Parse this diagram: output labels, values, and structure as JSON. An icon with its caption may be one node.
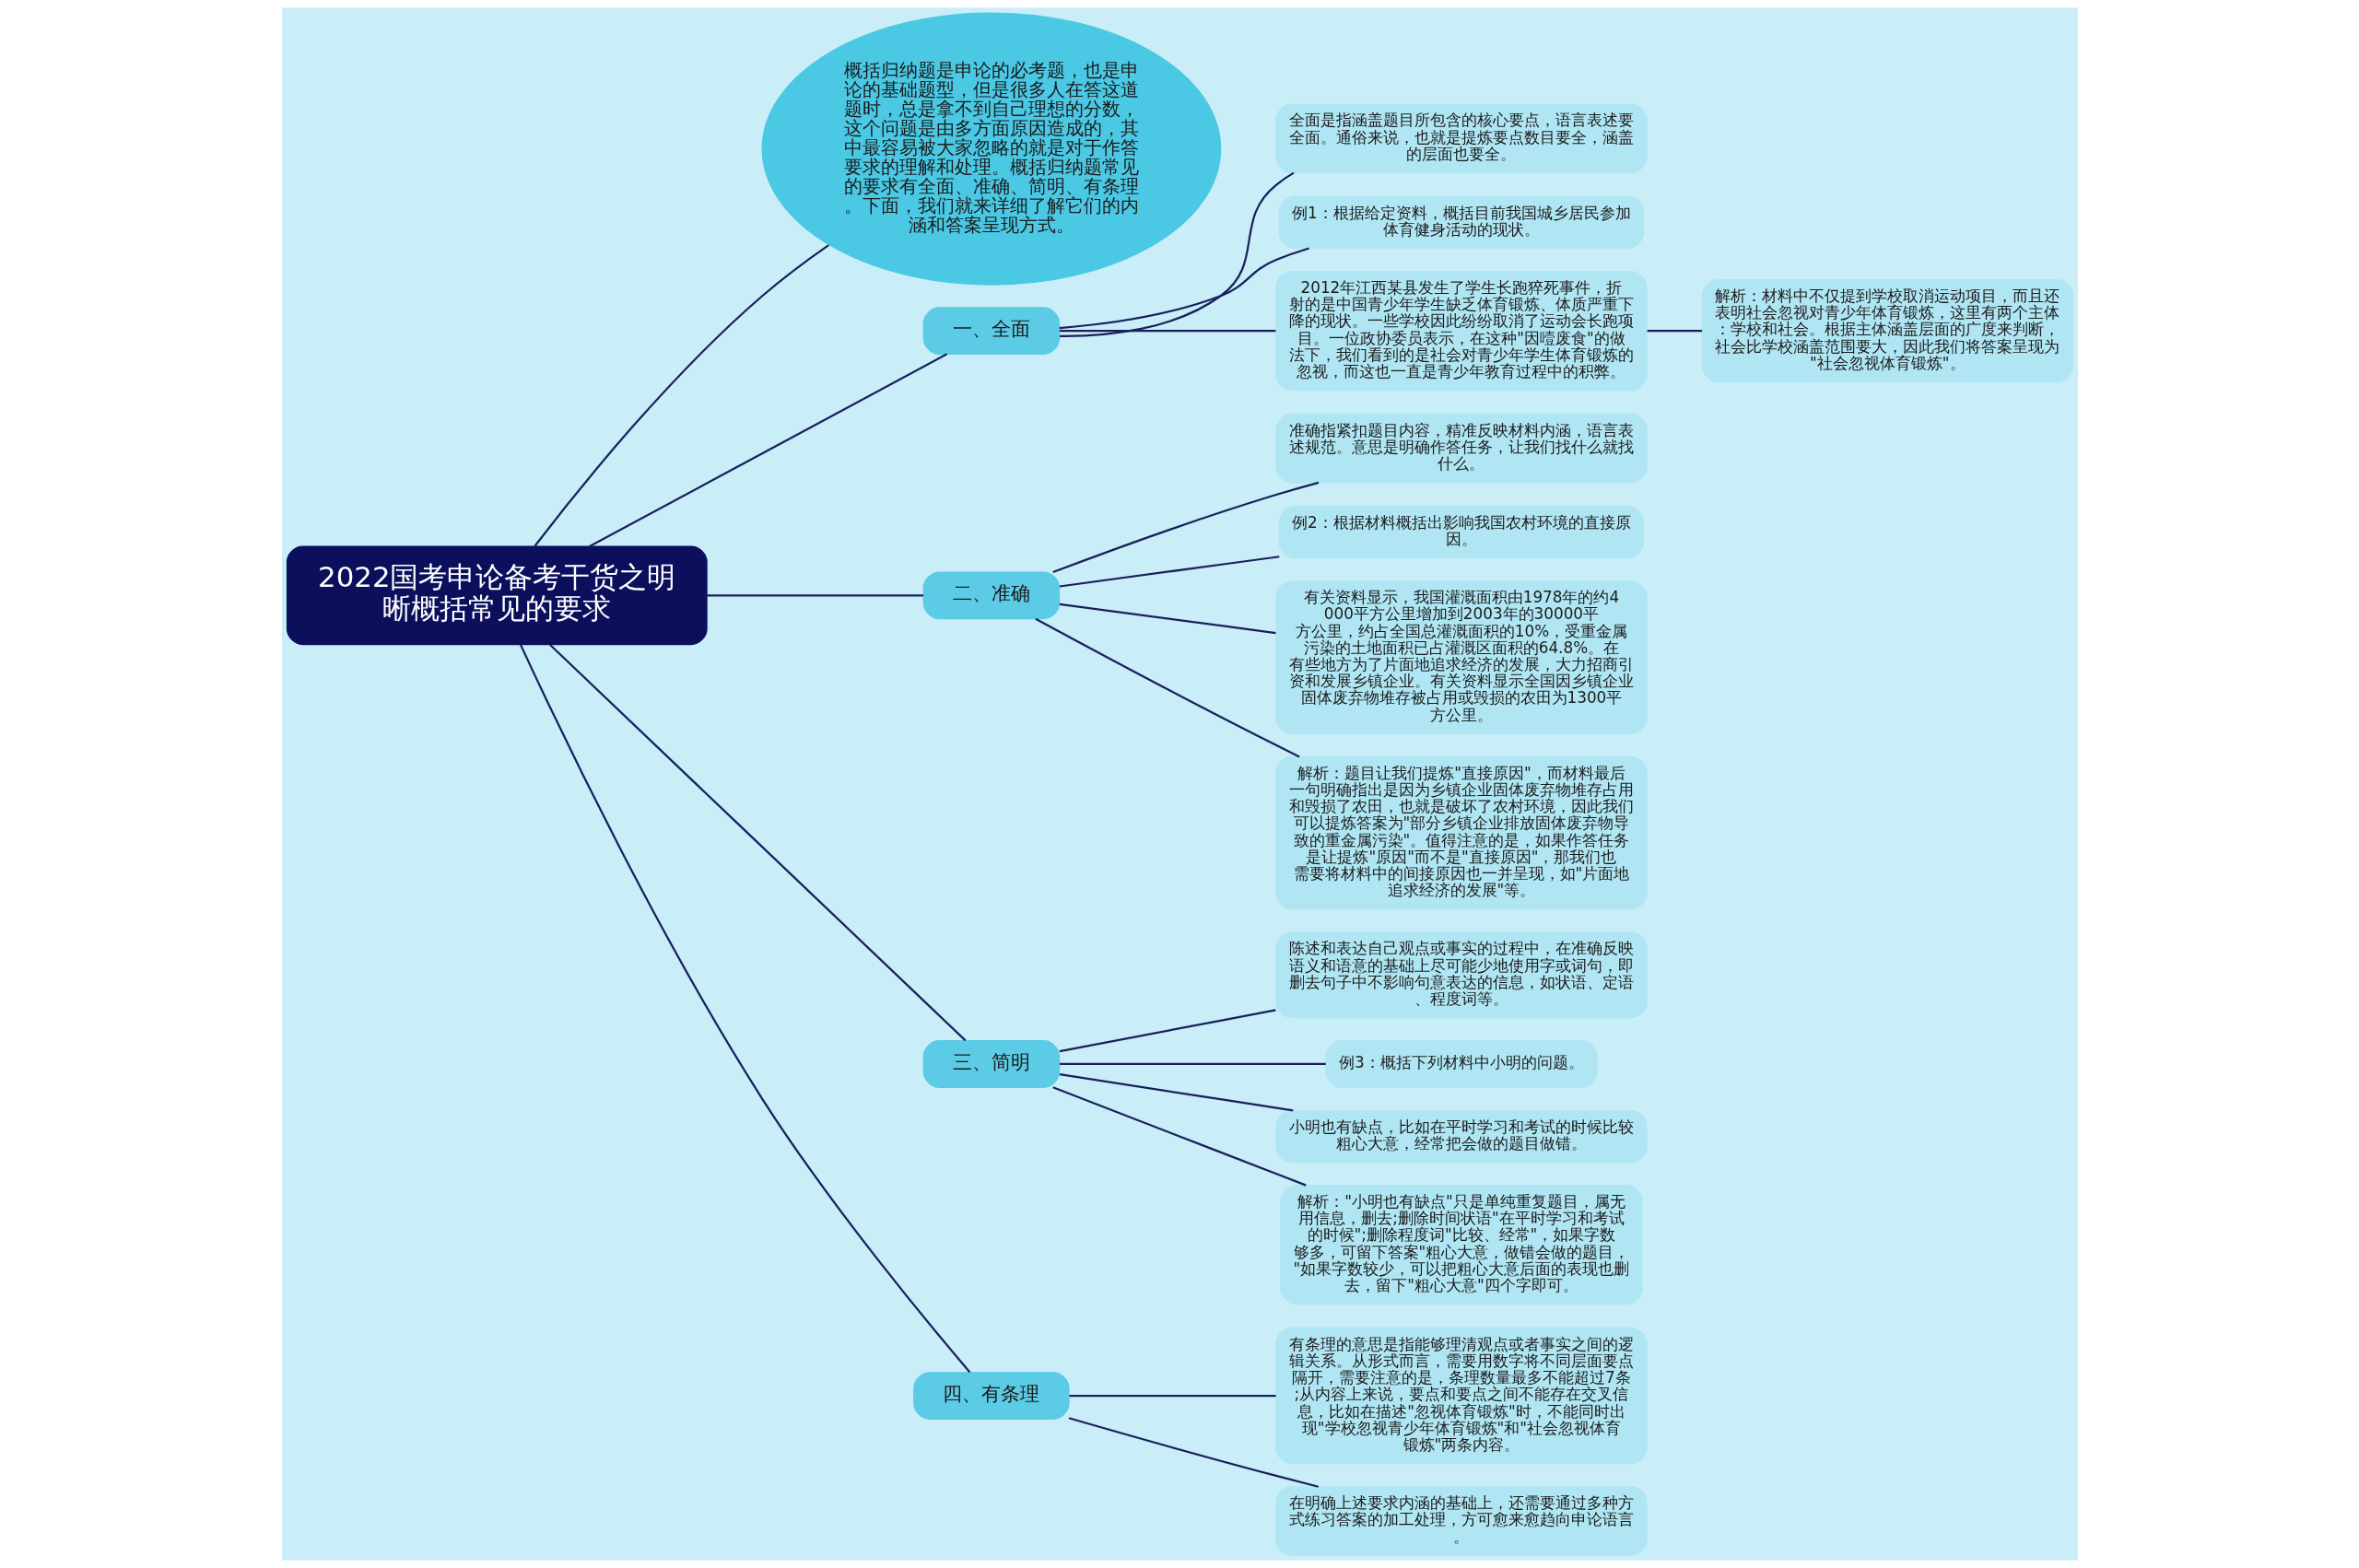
{
  "diagram": {
    "nodes": [
      {
        "text": [
          "2022国考申论备考干货之明晰概括常见的要求"
        ]
      },
      {
        "text": [
          "概括归纳题是申论的必考题，也是申论的基础题型，但是很多人在答这道题时，总是拿不到自己理想的分数，这个问题是由多方面原因造成的，其中最容易被大家忽略的就是对于作答要求的理解和处理。概括归纳题常见的要求有全面、准确、简明、有条理。下面，我们就来详细了解它们的内涵和答案呈现方式。"
        ]
      },
      {
        "text": [
          "一、全面"
        ]
      },
      {
        "text": [
          "全面是指涵盖题目所包含的核心要点，语言表述要全面。通俗来说，也就是提炼要点数目要全，涵盖的层面也要全。"
        ]
      },
      {
        "text": [
          "例1：根据给定资料，概括目前我国城乡居民参加体育健身活动的现状。"
        ]
      },
      {
        "text": [
          "2012年江西某县发生了学生长跑猝死事件，折射的是中国青少年学生缺乏体育锻炼、体质严重下降的现状。一些学校因此纷纷取消了运动会长跑项目。一位政协委员表示，在这种\"因噎废食\"的做法下，我们看到的是社会对青少年学生体育锻炼的忽视，而这也一直是青少年教育过程中的积弊。"
        ]
      },
      {
        "text": [
          "解析：材料中不仅提到学校取消运动项目，而且还表明社会忽视对青少年体育锻炼，这里有两个主体：学校和社会。根据主体涵盖层面的广度来判断，社会比学校涵盖范围要大，因此我们将答案呈现为\"社会忽视体育锻炼\"。"
        ]
      },
      {
        "text": [
          "二、准确"
        ]
      },
      {
        "text": [
          "准确指紧扣题目内容，精准反映材料内涵，语言表述规范。意思是明确作答任务，让我们找什么就找什么。"
        ]
      },
      {
        "text": [
          "例2：根据材料概括出影响我国农村环境的直接原因。"
        ]
      },
      {
        "text": [
          "有关资料显示，我国灌溉面积由1978年的约4000平方公里增加到2003年的30000平方公里，约占全国总灌溉面积的10%，受重金属污染的土地面积已占灌溉区面积的64.8%。在有些地方为了片面地追求经济的发展，大力招商引资和发展乡镇企业。有关资料显示全国因乡镇企业固体废弃物堆存被占用或毁损的农田为1300平方公里。"
        ]
      },
      {
        "text": [
          "解析：题目让我们提炼\"直接原因\"，而材料最后一句明确指出是因为乡镇企业固体废弃物堆存占用和毁损了农田，也就是破坏了农村环境，因此我们可以提炼答案为\"部分乡镇企业排放固体废弃物导致的重金属污染\"。值得注意的是，如果作答任务是让提炼\"原因\"而不是\"直接原因\"，那我们也需要将材料中的间接原因也一并呈现，如\"片面地追求经济的发展\"等。"
        ]
      },
      {
        "text": [
          "三、简明"
        ]
      },
      {
        "text": [
          "陈述和表达自己观点或事实的过程中，在准确反映语义和语意的基础上尽可能少地使用字或词句，即删去句子中不影响句意表达的信息，如状语、定语、程度词等。"
        ]
      },
      {
        "text": [
          "例3：概括下列材料中小明的问题。"
        ]
      },
      {
        "text": [
          "小明也有缺点，比如在平时学习和考试的时候比较粗心大意，经常把会做的题目做错。"
        ]
      },
      {
        "text": [
          "解析：\"小明也有缺点\"只是单纯重复题目，属无用信息，删去;删除时间状语\"在平时学习和考试的时候\";删除程度词\"比较、经常\"，如果字数够多，可留下答案\"粗心大意，做错会做的题目，\"如果字数较少，可以把粗心大意后面的表现也删去，留下\"粗心大意\"四个字即可。"
        ]
      },
      {
        "text": [
          "四、有条理"
        ]
      },
      {
        "text": [
          "有条理的意思是指能够理清观点或者事实之间的逻辑关系。从形式而言，需要用数字将不同层面要点隔开，需要注意的是，条理数量最多不能超过7条;从内容上来说，要点和要点之间不能存在交叉信息，比如在描述\"忽视体育锻炼\"时，不能同时出现\"学校忽视青少年体育锻炼\"和\"社会忽视体育锻炼\"两条内容。"
        ]
      },
      {
        "text": [
          "在明确上述要求内涵的基础上，还需要通过多种方式练习答案的加工处理，方可愈来愈趋向申论语言。"
        ]
      }
    ],
    "edges": [
      {
        "from": 0,
        "to": 1,
        "arrow": "none"
      },
      {
        "from": 0,
        "to": 2,
        "arrow": "none"
      },
      {
        "from": 2,
        "to": 3,
        "arrow": "none"
      },
      {
        "from": 2,
        "to": 4,
        "arrow": "none"
      },
      {
        "from": 2,
        "to": 5,
        "arrow": "none"
      },
      {
        "from": 5,
        "to": 6,
        "arrow": "none"
      },
      {
        "from": 0,
        "to": 7,
        "arrow": "none"
      },
      {
        "from": 7,
        "to": 8,
        "arrow": "none"
      },
      {
        "from": 7,
        "to": 9,
        "arrow": "none"
      },
      {
        "from": 7,
        "to": 10,
        "arrow": "none"
      },
      {
        "from": 7,
        "to": 11,
        "arrow": "none"
      },
      {
        "from": 0,
        "to": 12,
        "arrow": "none"
      },
      {
        "from": 12,
        "to": 13,
        "arrow": "none"
      },
      {
        "from": 12,
        "to": 14,
        "arrow": "none"
      },
      {
        "from": 12,
        "to": 15,
        "arrow": "none"
      },
      {
        "from": 12,
        "to": 16,
        "arrow": "none"
      },
      {
        "from": 0,
        "to": 17,
        "arrow": "none"
      },
      {
        "from": 17,
        "to": 18,
        "arrow": "none"
      },
      {
        "from": 17,
        "to": 19,
        "arrow": "none"
      }
    ]
  }
}
